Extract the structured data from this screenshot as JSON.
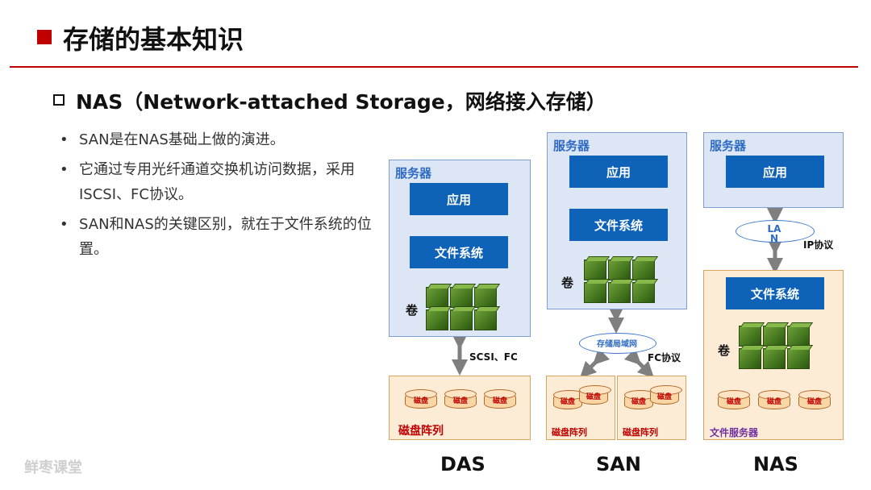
{
  "header": {
    "title": "存储的基本知识"
  },
  "subtitle": "NAS（Network-attached Storage，网络接入存储）",
  "bullets": [
    "SAN是在NAS基础上做的演进。",
    "它通过专用光纤通道交换机访问数据，采用ISCSI、FC协议。",
    "SAN和NAS的关键区别，就在于文件系统的位置。"
  ],
  "watermark": "鲜枣课堂",
  "diagram": {
    "das": {
      "server_label": "服务器",
      "app": "应用",
      "fs": "文件系统",
      "volume": "卷",
      "protocol": "SCSI、FC",
      "array_label": "磁盘阵列",
      "disks": [
        "磁盘",
        "磁盘",
        "磁盘"
      ],
      "caption": "DAS"
    },
    "san": {
      "server_label": "服务器",
      "app": "应用",
      "fs": "文件系统",
      "volume": "卷",
      "network": "存储局域网",
      "protocol": "FC协议",
      "array1_label": "磁盘阵列",
      "array2_label": "磁盘阵列",
      "disks": [
        "磁盘",
        "磁盘",
        "磁盘",
        "磁盘"
      ],
      "caption": "SAN"
    },
    "nas": {
      "server_label": "服务器",
      "app": "应用",
      "lan_line1": "LA",
      "lan_line2": "N",
      "protocol": "IP协议",
      "fs": "文件系统",
      "volume": "卷",
      "file_server_label": "文件服务器",
      "disks": [
        "磁盘",
        "磁盘",
        "磁盘"
      ],
      "caption": "NAS"
    }
  },
  "colors": {
    "accent_red": "#c00000",
    "app_blue": "#0e62b8",
    "server_bg": "#dce6f4",
    "storage_bg": "#fcecd6",
    "cube_green": "#3d6f1a"
  }
}
